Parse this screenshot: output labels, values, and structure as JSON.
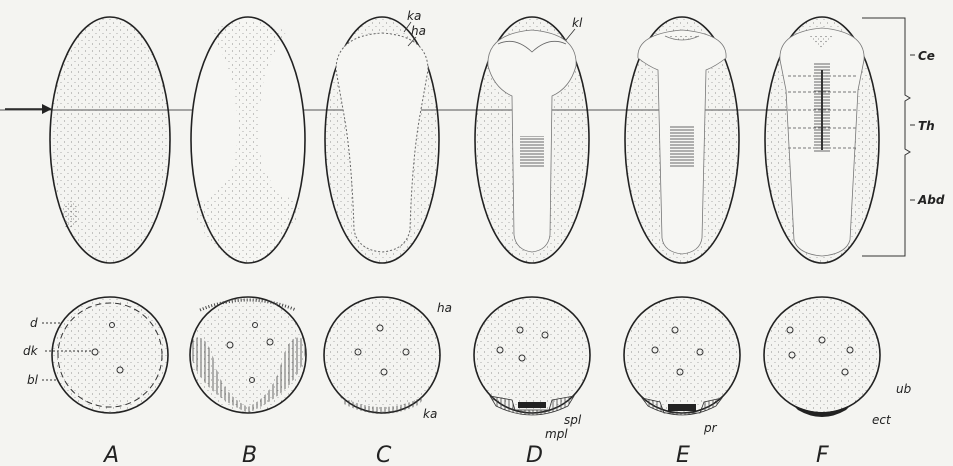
{
  "panels": [
    "A",
    "B",
    "C",
    "D",
    "E",
    "F"
  ],
  "labels": {
    "d": "d",
    "dk": "dk",
    "bl": "bl",
    "ka_top": "ka",
    "ha_top": "ha",
    "kl": "kl",
    "ha_bottom": "ha",
    "ka_bottom": "ka",
    "spl": "spl",
    "mpl": "mpl",
    "pr": "pr",
    "ub": "ub",
    "ect": "ect"
  },
  "regions": [
    "Ce",
    "Th",
    "Abd"
  ],
  "colors": {
    "ink": "#222222",
    "background": "#f4f4f1",
    "stipple": "#8a8a8a"
  }
}
